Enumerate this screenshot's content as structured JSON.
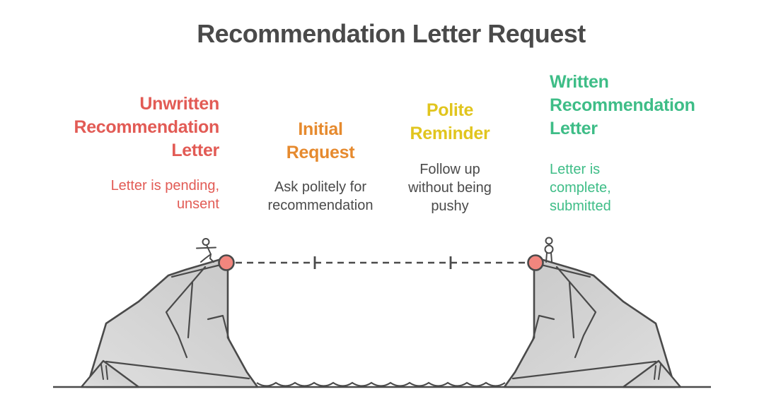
{
  "title": "Recommendation Letter Request",
  "stages": [
    {
      "name": "unwritten-recommendation-letter",
      "label": "Unwritten Recommendation Letter",
      "label_lines": [
        "Unwritten",
        "Recommendation",
        "Letter"
      ],
      "description": "Letter is pending, unsent",
      "description_lines": [
        "Letter is pending,",
        "unsent"
      ],
      "color": "#E25B55",
      "description_color": "#E25B55",
      "align": "right"
    },
    {
      "name": "initial-request",
      "label": "Initial Request",
      "label_lines": [
        "Initial",
        "Request"
      ],
      "description": "Ask politely for recommendation",
      "description_lines": [
        "Ask politely for",
        "recommendation"
      ],
      "color": "#E68A2E",
      "description_color": "#4A4A4A",
      "align": "center"
    },
    {
      "name": "polite-reminder",
      "label": "Polite Reminder",
      "label_lines": [
        "Polite",
        "Reminder"
      ],
      "description": "Follow up without being pushy",
      "description_lines": [
        "Follow up",
        "without being",
        "pushy"
      ],
      "color": "#E1C51E",
      "description_color": "#4A4A4A",
      "align": "center"
    },
    {
      "name": "written-recommendation-letter",
      "label": "Written Recommendation Letter",
      "label_lines": [
        "Written",
        "Recommendation",
        "Letter"
      ],
      "description": "Letter is complete, submitted",
      "description_lines": [
        "Letter is",
        "complete,",
        "submitted"
      ],
      "color": "#3EBD87",
      "description_color": "#3EBD87",
      "align": "left"
    }
  ],
  "colors": {
    "title_text": "#4A4A4A",
    "body_text": "#4A4A4A",
    "outline": "#4A4A4A",
    "cliff_fill_dark": "#C8C8C8",
    "cliff_fill_light": "#DEDEDE",
    "marker_fill": "#F2867E",
    "figure_fill": "#FFFFFF",
    "background": "#FFFFFF"
  },
  "illustration": {
    "scene": "two cliffs above water connected by a dashed path",
    "left_figure": "crouching-stick-figure",
    "right_figure": "standing-stick-figure",
    "left_marker": "red-dot",
    "right_marker": "red-dot",
    "path_style": "dashed line divided by two tick marks",
    "segments": 3
  }
}
